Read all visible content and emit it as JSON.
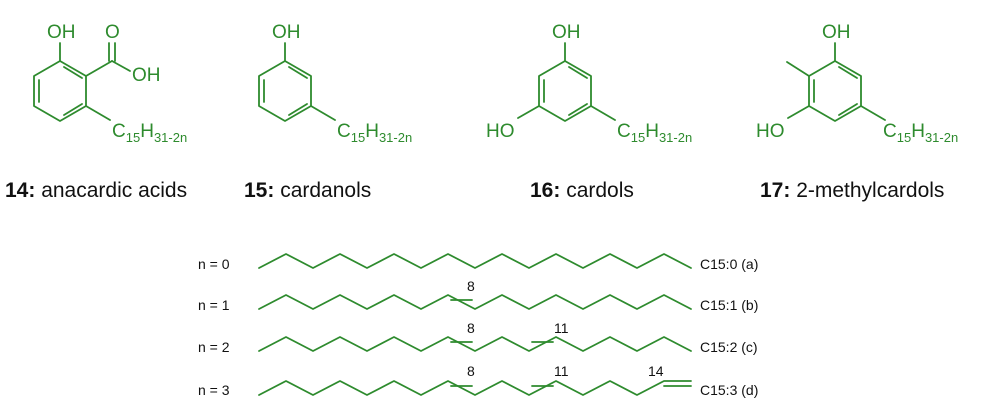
{
  "compounds": [
    {
      "number": "14:",
      "name": "anacardic acids",
      "labels": {
        "oh": "OH",
        "carbonyl_o": "O",
        "acid_oh": "OH",
        "c": "C",
        "c_sub": "15",
        "h": "H",
        "h_sub": "31-2n"
      }
    },
    {
      "number": "15:",
      "name": "cardanols",
      "labels": {
        "oh": "OH",
        "c": "C",
        "c_sub": "15",
        "h": "H",
        "h_sub": "31-2n"
      }
    },
    {
      "number": "16:",
      "name": "cardols",
      "labels": {
        "oh": "OH",
        "ho": "HO",
        "c": "C",
        "c_sub": "15",
        "h": "H",
        "h_sub": "31-2n"
      }
    },
    {
      "number": "17:",
      "name": "2-methylcardols",
      "labels": {
        "oh": "OH",
        "ho": "HO",
        "c": "C",
        "c_sub": "15",
        "h": "H",
        "h_sub": "31-2n"
      }
    }
  ],
  "side_chains": [
    {
      "n_label": "n = 0",
      "code": "C15:0 (a)",
      "double_bond_positions": []
    },
    {
      "n_label": "n = 1",
      "code": "C15:1 (b)",
      "double_bond_positions": [
        "8"
      ]
    },
    {
      "n_label": "n = 2",
      "code": "C15:2 (c)",
      "double_bond_positions": [
        "8",
        "11"
      ]
    },
    {
      "n_label": "n = 3",
      "code": "C15:3 (d)",
      "double_bond_positions": [
        "8",
        "11",
        "14"
      ]
    }
  ],
  "colors": {
    "structure": "#2e8b2e",
    "text": "#111111"
  }
}
